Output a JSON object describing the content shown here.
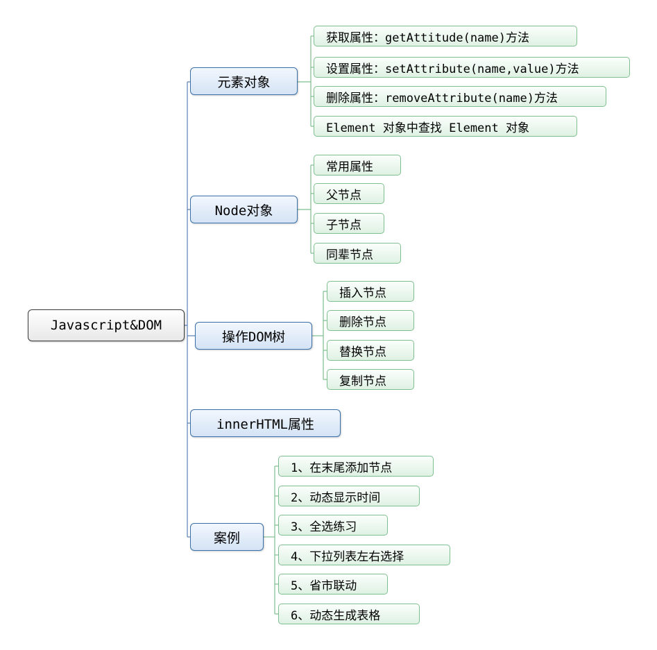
{
  "mindmap": {
    "root": "Javascript&DOM",
    "branches": [
      {
        "label": "元素对象",
        "children": [
          "获取属性：getAttitude(name)方法",
          "设置属性：setAttribute(name,value)方法",
          "删除属性：removeAttribute(name)方法",
          "Element 对象中查找 Element 对象"
        ]
      },
      {
        "label": "Node对象",
        "children": [
          "常用属性",
          "父节点",
          "子节点",
          "同辈节点"
        ]
      },
      {
        "label": "操作DOM树",
        "children": [
          "插入节点",
          "删除节点",
          "替换节点",
          "复制节点"
        ]
      },
      {
        "label": "innerHTML属性",
        "children": []
      },
      {
        "label": "案例",
        "children": [
          "1、在末尾添加节点",
          "2、动态显示时间",
          "3、全选练习",
          "4、下拉列表左右选择",
          "5、省市联动",
          "6、动态生成表格"
        ]
      }
    ]
  },
  "colors": {
    "root_border": "#3a3a3a",
    "branch_border": "#3b6fa8",
    "leaf_border": "#7fbf8f",
    "main_connector": "#5a7fb5",
    "leaf_connector": "#7fbf8f"
  }
}
